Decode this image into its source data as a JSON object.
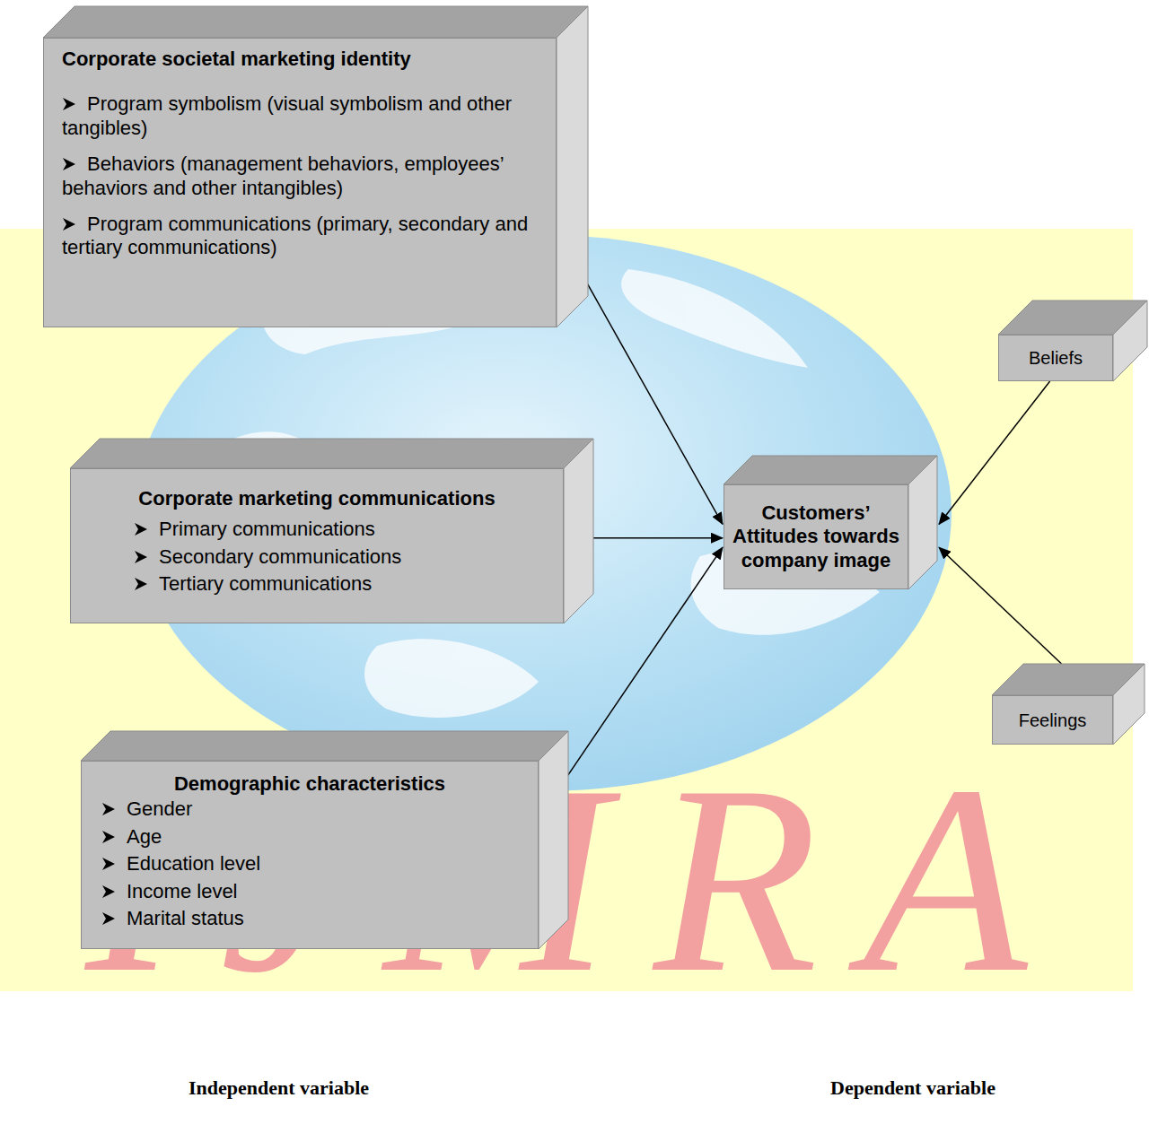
{
  "diagram": {
    "nodes": [
      {
        "text": [
          "Corporate societal marketing identity",
          "Program symbolism (visual symbolism and other tangibles)",
          "Behaviors (management behaviors, employees’ behaviors and other intangibles)",
          "Program communications (primary, secondary and tertiary communications)"
        ]
      },
      {
        "text": [
          "Corporate marketing communications",
          "Primary communications",
          "Secondary communications",
          "Tertiary communications"
        ]
      },
      {
        "text": [
          "Demographic characteristics",
          "Gender",
          "Age",
          "Education level",
          "Income level",
          "Marital status"
        ]
      },
      {
        "text": [
          "Customers’ Attitudes towards company image"
        ]
      },
      {
        "text": [
          "Beliefs"
        ]
      },
      {
        "text": [
          "Feelings"
        ]
      }
    ],
    "edges": [
      {
        "from": 0,
        "to": 3,
        "arrow": "to"
      },
      {
        "from": 1,
        "to": 3,
        "arrow": "to"
      },
      {
        "from": 2,
        "to": 3,
        "arrow": "to"
      },
      {
        "from": 4,
        "to": 3,
        "arrow": "to"
      },
      {
        "from": 5,
        "to": 3,
        "arrow": "to"
      }
    ],
    "labels": [
      "IJMRA",
      "Independent variable",
      "Dependent variable"
    ]
  }
}
